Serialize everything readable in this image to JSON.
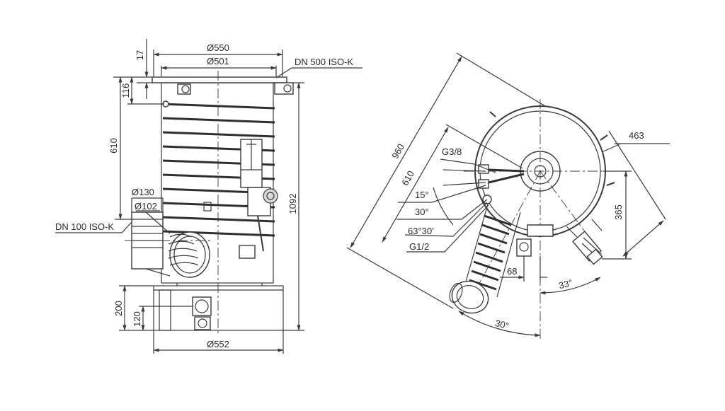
{
  "colors": {
    "line": "#3a3a3a",
    "background": "#ffffff",
    "fill": "#d9d9d9"
  },
  "side_view": {
    "dim_d550": "Ø550",
    "dim_d501": "Ø501",
    "flange_label": "DN 500 ISO-K",
    "dim_17": "17",
    "dim_116": "116",
    "dim_610": "610",
    "dim_1092": "1092",
    "dim_d130": "Ø130",
    "dim_d102": "Ø102",
    "side_flange_label": "DN 100 ISO-K",
    "dim_200": "200",
    "dim_120": "120",
    "dim_d552": "Ø552"
  },
  "top_view": {
    "dim_960": "960",
    "dim_610": "610",
    "thread_g38": "G3/8",
    "angle_15": "15°",
    "angle_30": "30°",
    "angle_63": "63°30'",
    "thread_g12": "G1/2",
    "dim_463": "463",
    "dim_365": "365",
    "dim_68": "68",
    "angle_33": "33°",
    "angle_30_bottom": "30°"
  }
}
